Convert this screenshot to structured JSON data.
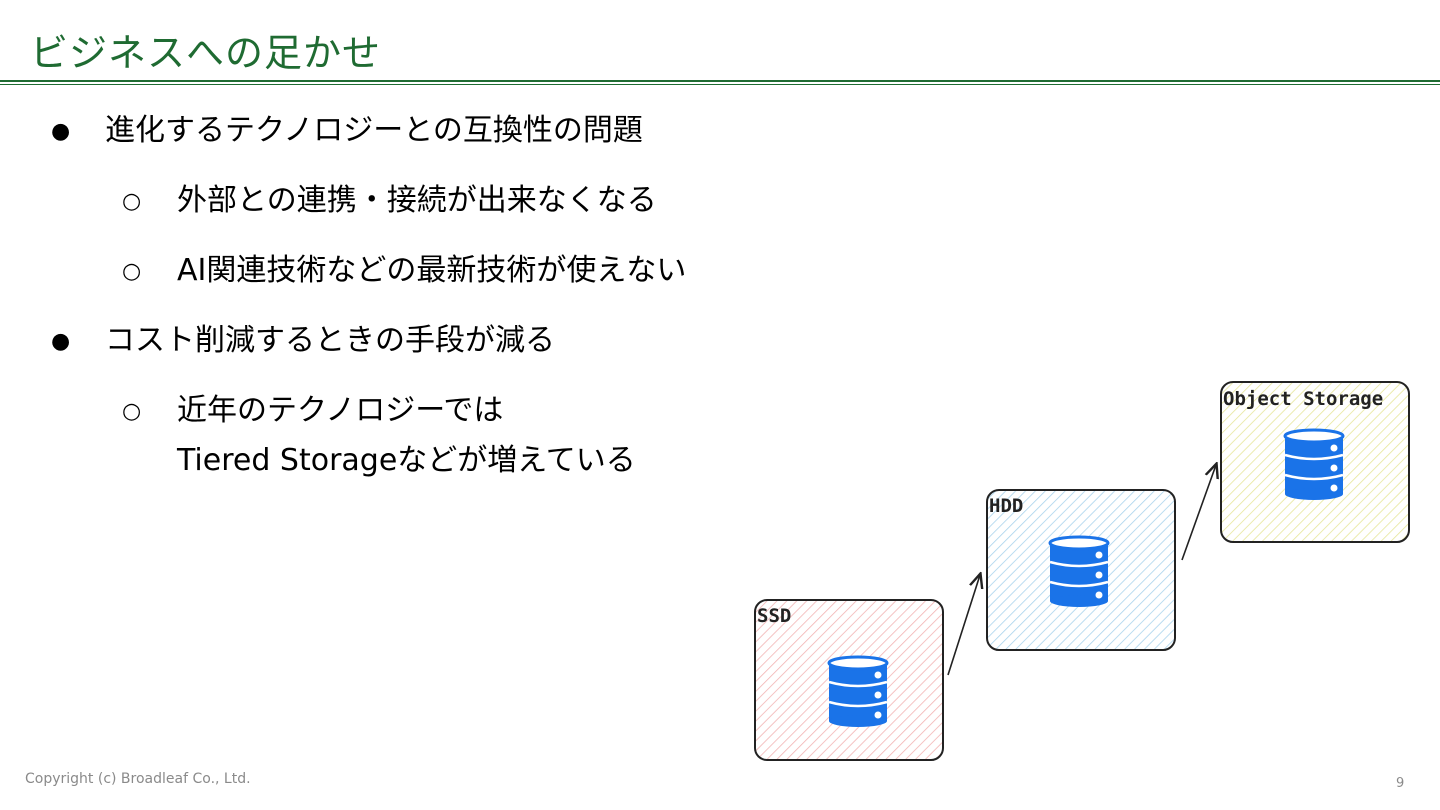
{
  "title": "ビジネスへの足かせ",
  "bullets": [
    {
      "level": 1,
      "marker": "●",
      "text": "進化するテクノロジーとの互換性の問題"
    },
    {
      "level": 2,
      "marker": "○",
      "text": "外部との連携・接続が出来なくなる"
    },
    {
      "level": 2,
      "marker": "○",
      "text": "AI関連技術などの最新技術が使えない"
    },
    {
      "level": 1,
      "marker": "●",
      "text": "コスト削減するときの手段が減る"
    },
    {
      "level": 2,
      "marker": "○",
      "text": "近年のテクノロジーでは",
      "text2": "Tiered Storageなどが増えている"
    }
  ],
  "diagram": {
    "tiers": [
      {
        "label": "SSD",
        "fill": "#f4c7c7"
      },
      {
        "label": "HDD",
        "fill": "#b9dcef"
      },
      {
        "label": "Object Storage",
        "fill": "#eeeeaa"
      }
    ],
    "db_icon_color": "#1a73e8"
  },
  "footer": {
    "copyright": "Copyright (c) Broadleaf Co., Ltd.",
    "page_number": "9"
  }
}
